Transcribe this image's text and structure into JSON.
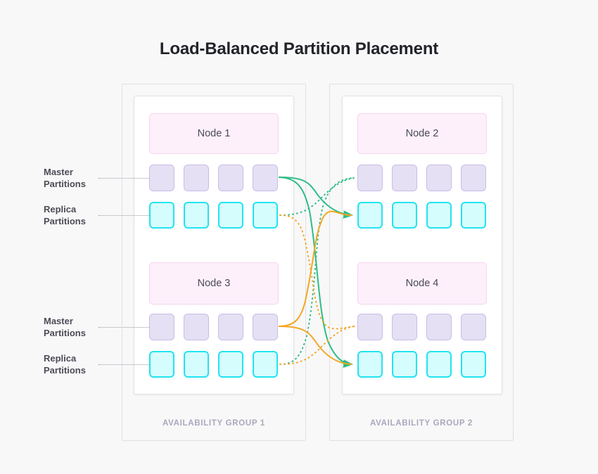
{
  "page": {
    "title": "Load-Balanced Partition Placement",
    "background_color": "#f8f8f9"
  },
  "colors": {
    "title_text": "#22242a",
    "node_fill": "#fdf0fb",
    "node_border": "#f6d4ef",
    "master_fill": "#e5e0f3",
    "master_border": "#c9bce8",
    "replica_fill": "#d6fdfd",
    "replica_border": "#22e3f2",
    "group_label": "#a9a8bd",
    "link_green": "#2ebd85",
    "link_orange": "#f5a623",
    "card_border": "#e2e2e6",
    "group_border": "#c9c9ce"
  },
  "groups": [
    {
      "id": "ag1",
      "label": "AVAILABILITY GROUP 1",
      "nodes": [
        {
          "id": "node1",
          "name": "Node 1",
          "master_label": "Master\nPartitions",
          "replica_label": "Replica\nPartitions",
          "master_count": 4,
          "replica_count": 4
        },
        {
          "id": "node3",
          "name": "Node 3",
          "master_label": "Master\nPartitions",
          "replica_label": "Replica\nPartitions",
          "master_count": 4,
          "replica_count": 4
        }
      ]
    },
    {
      "id": "ag2",
      "label": "AVAILABILITY GROUP 2",
      "nodes": [
        {
          "id": "node2",
          "name": "Node 2",
          "master_count": 4,
          "replica_count": 4
        },
        {
          "id": "node4",
          "name": "Node 4",
          "master_count": 4,
          "replica_count": 4
        }
      ]
    }
  ],
  "side_labels": [
    {
      "id": "master-top",
      "line1": "Master",
      "line2": "Partitions"
    },
    {
      "id": "replica-top",
      "line1": "Replica",
      "line2": "Partitions"
    },
    {
      "id": "master-bottom",
      "line1": "Master",
      "line2": "Partitions"
    },
    {
      "id": "replica-bottom",
      "line1": "Replica",
      "line2": "Partitions"
    }
  ],
  "links": [
    {
      "id": "n1-master-to-n2-replica",
      "style": "solid",
      "color": "#2ebd85",
      "from": "node1-master",
      "to": "node2-replica",
      "arrow": true
    },
    {
      "id": "n1-master-to-n4-replica",
      "style": "solid",
      "color": "#2ebd85",
      "from": "node1-master",
      "to": "node4-replica",
      "arrow": true
    },
    {
      "id": "n3-replica-to-n2-master",
      "style": "dotted",
      "color": "#2ebd85",
      "from": "node3-replica",
      "to": "node2-master",
      "arrow": false
    },
    {
      "id": "n1-replica-to-n2-master",
      "style": "dotted",
      "color": "#2ebd85",
      "from": "node1-replica",
      "to": "node2-master",
      "arrow": false
    },
    {
      "id": "n3-master-to-n2-replica",
      "style": "solid",
      "color": "#f5a623",
      "from": "node3-master",
      "to": "node2-replica",
      "arrow": false
    },
    {
      "id": "n3-master-to-n4-replica",
      "style": "solid",
      "color": "#f5a623",
      "from": "node3-master",
      "to": "node4-replica",
      "arrow": false
    },
    {
      "id": "n1-replica-to-n4-master",
      "style": "dotted",
      "color": "#f5a623",
      "from": "node1-replica",
      "to": "node4-master",
      "arrow": false
    },
    {
      "id": "n3-replica-to-n4-master",
      "style": "dotted",
      "color": "#f5a623",
      "from": "node3-replica",
      "to": "node4-master",
      "arrow": false
    }
  ]
}
